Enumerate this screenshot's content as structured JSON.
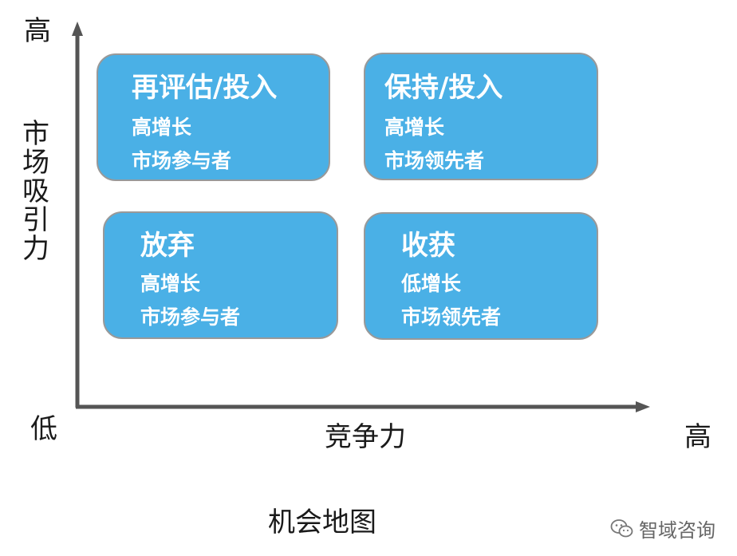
{
  "axes": {
    "y_high": "高",
    "y_title": "市场吸引力",
    "y_low": "低",
    "x_title": "竞争力",
    "x_high": "高"
  },
  "quadrants": {
    "top_left": {
      "title": "再评估/投入",
      "line1": "高增长",
      "line2": "市场参与者"
    },
    "top_right": {
      "title": "保持/投入",
      "line1": "高增长",
      "line2": "市场领先者"
    },
    "bottom_left": {
      "title": "放弃",
      "line1": "高增长",
      "line2": "市场参与者"
    },
    "bottom_right": {
      "title": "收获",
      "line1": "低增长",
      "line2": "市场领先者"
    }
  },
  "caption": "机会地图",
  "watermark": {
    "text": "智域咨询",
    "icon": "wechat-icon"
  },
  "colors": {
    "box_fill": "#4ab0e6",
    "box_border": "#999999",
    "axis": "#555555"
  }
}
